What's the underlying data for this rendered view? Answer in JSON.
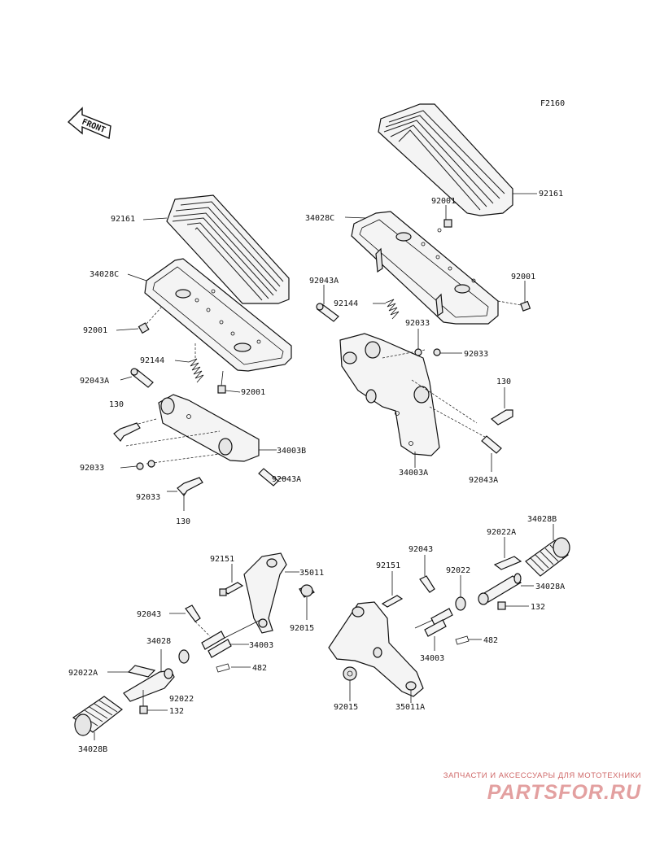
{
  "figure_code": "F2160",
  "front_arrow_text": "FRONT",
  "labels": {
    "l_92161": "92161",
    "l_34028c": "34028C",
    "l_92001_a": "92001",
    "l_92144": "92144",
    "l_92043a_a": "92043A",
    "l_92001_b": "92001",
    "l_130_a": "130",
    "l_34003b": "34003B",
    "l_92033_a": "92033",
    "l_92043a_b": "92043A",
    "l_92033_b": "92033",
    "l_130_b": "130",
    "r_92161": "92161",
    "r_92001_a": "92001",
    "r_34028c": "34028C",
    "r_92001_b": "92001",
    "r_92043a_a": "92043A",
    "r_92144": "92144",
    "r_92033_a": "92033",
    "r_92033_b": "92033",
    "r_130": "130",
    "r_34003a": "34003A",
    "r_92043a_b": "92043A",
    "bl_92151": "92151",
    "bl_35011": "35011",
    "bl_92043": "92043",
    "bl_92015": "92015",
    "bl_34028": "34028",
    "bl_34003": "34003",
    "bl_92022a": "92022A",
    "bl_482": "482",
    "bl_92022": "92022",
    "bl_132": "132",
    "bl_34028b": "34028B",
    "br_34028b": "34028B",
    "br_92043": "92043",
    "br_92022a": "92022A",
    "br_92151": "92151",
    "br_92022": "92022",
    "br_34028a": "34028A",
    "br_132": "132",
    "br_482": "482",
    "br_34003": "34003",
    "br_92015": "92015",
    "br_35011a": "35011A"
  },
  "watermark": {
    "tagline": "ЗАПЧАСТИ И АКСЕССУАРЫ ДЛЯ МОТОТЕХНИКИ",
    "brand": "PARTSFOR.RU"
  }
}
